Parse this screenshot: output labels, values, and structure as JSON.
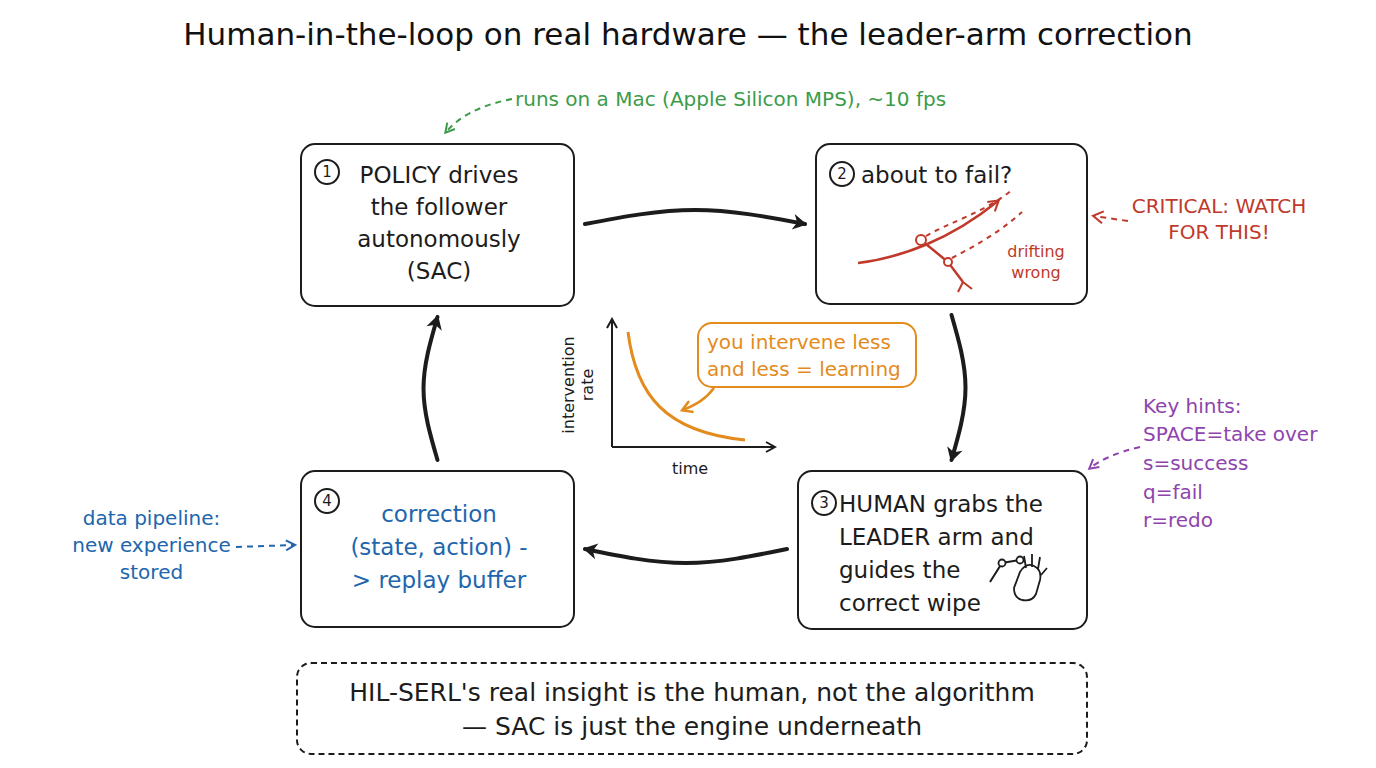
{
  "diagram": {
    "title": "Human-in-the-loop on real hardware — the leader-arm correction",
    "nodes": [
      {
        "text": [
          "1",
          "POLICY drives the follower autonomously (SAC)"
        ]
      },
      {
        "text": [
          "2",
          "about to fail?",
          "drifting wrong"
        ]
      },
      {
        "text": [
          "3",
          "HUMAN grabs the LEADER arm and guides the correct wipe"
        ]
      },
      {
        "text": [
          "4",
          "correction (state, action) -> replay buffer"
        ]
      },
      {
        "text": [
          "you intervene less and less = learning"
        ]
      },
      {
        "text": [
          "HIL-SERL's real insight is the human, not the algorithm — SAC is just the engine underneath"
        ]
      }
    ],
    "edges": [
      {
        "from": 0,
        "to": 1,
        "arrow": "to"
      },
      {
        "from": 1,
        "to": 2,
        "arrow": "to"
      },
      {
        "from": 2,
        "to": 3,
        "arrow": "to"
      },
      {
        "from": 3,
        "to": 0,
        "arrow": "to"
      }
    ],
    "labels": [
      "runs on a Mac (Apple Silicon MPS), ~10 fps",
      "CRITICAL: WATCH FOR THIS!",
      "Key hints:",
      "SPACE=take over",
      "s=success",
      "q=fail",
      "r=redo",
      "data pipeline: new experience stored",
      "intervention rate",
      "time"
    ]
  }
}
